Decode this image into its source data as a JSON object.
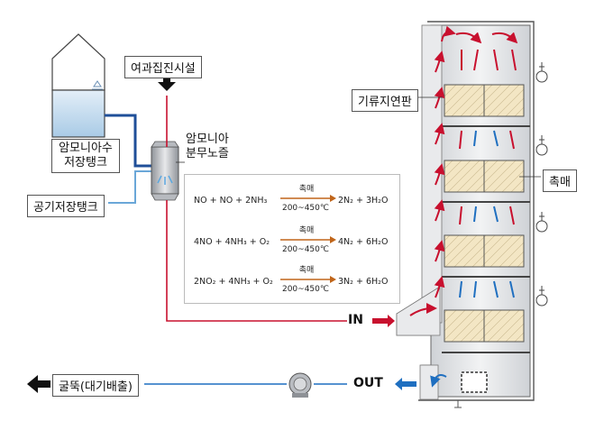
{
  "labels": {
    "ammonia_tank": "암모니아수\n저장탱크",
    "air_tank": "공기저장탱크",
    "filter": "여과집진시설",
    "nozzle": "암모니아\n분무노즐",
    "flow_plate": "기류지연판",
    "catalyst": "촉매",
    "inlet": "IN",
    "outlet": "OUT",
    "stack": "굴뚝(대기배출)"
  },
  "reactions": [
    {
      "lhs": "NO + NO + 2NH₃",
      "catalyst": "촉매",
      "temp": "200~450℃",
      "rhs": "2N₂ + 3H₂O"
    },
    {
      "lhs": "4NO + 4NH₃ + O₂",
      "catalyst": "촉매",
      "temp": "200~450℃",
      "rhs": "4N₂ + 6H₂O"
    },
    {
      "lhs": "2NO₂ + 4NH₃ + O₂",
      "catalyst": "촉매",
      "temp": "200~450℃",
      "rhs": "3N₂ + 6H₂O"
    }
  ],
  "colors": {
    "hot_flow": "#c8102e",
    "cool_flow": "#1f6fc0",
    "catalyst_fill": "#f3e6c4",
    "tower_fill": "#e9eaec",
    "tank_liquid": "#cfe3f2"
  }
}
